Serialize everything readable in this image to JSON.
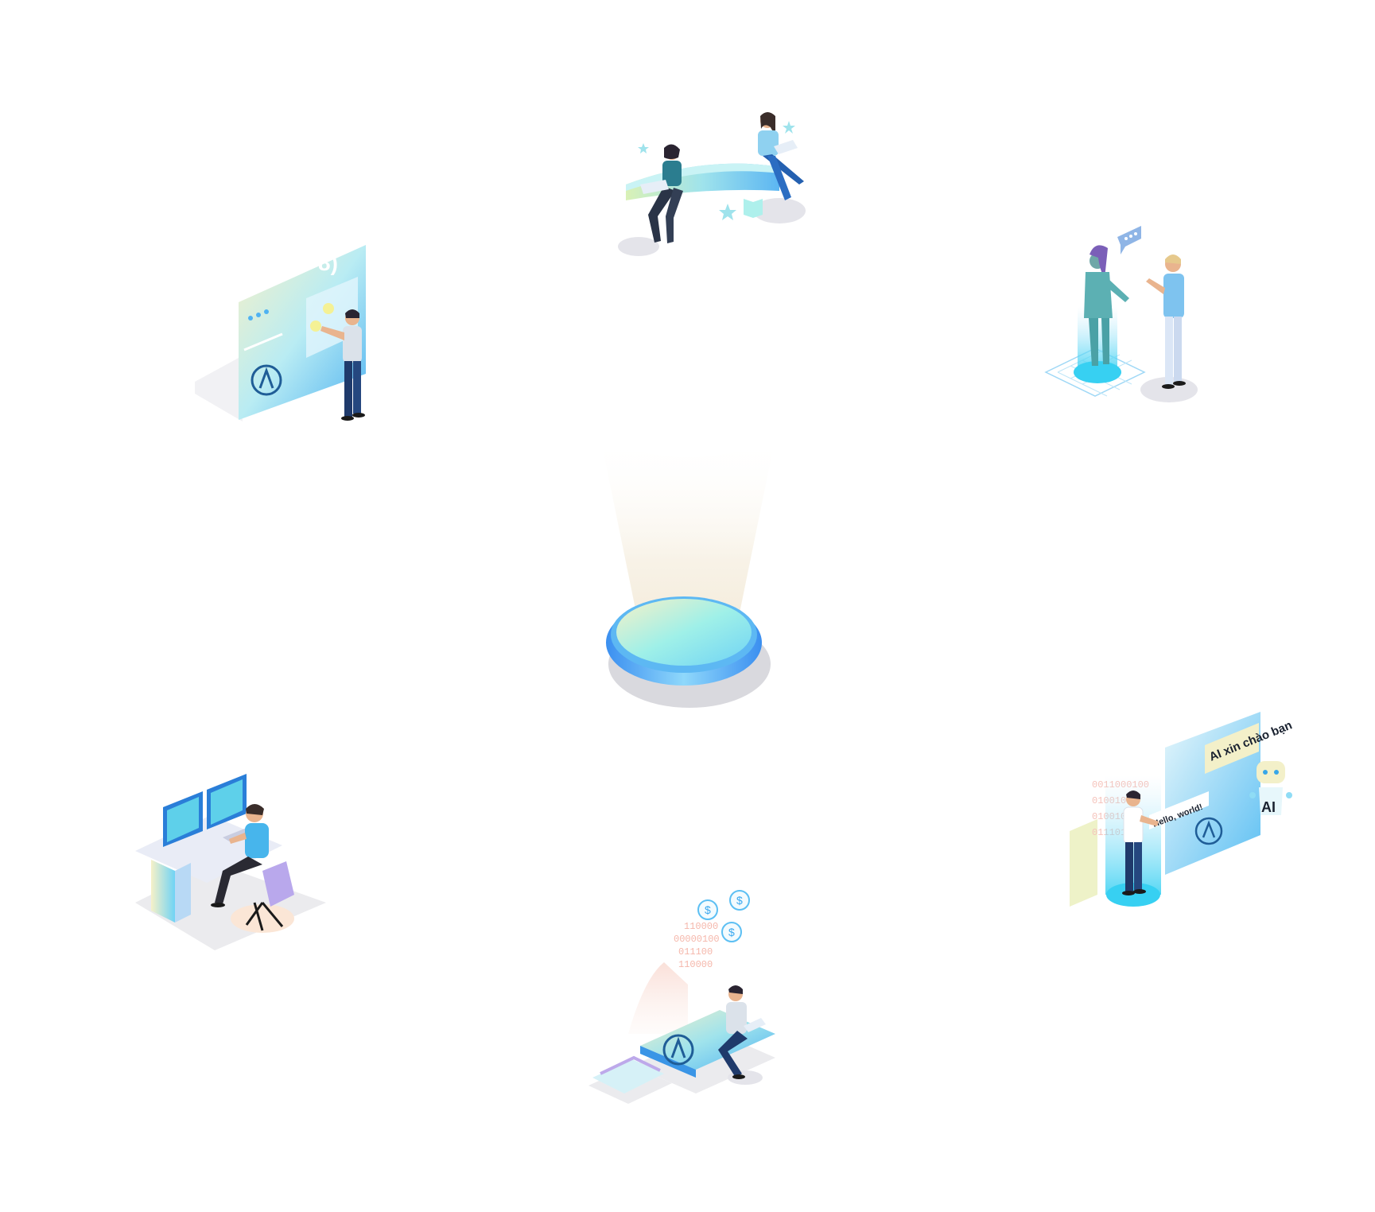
{
  "colors": {
    "accent": "#3aa8f0",
    "accent_light": "#8fdcf5",
    "cyan": "#37d0f2",
    "navy": "#1f3a6b",
    "skin": "#e9b48e",
    "shadow": "#e6e6ea"
  },
  "scenes": {
    "reading": {
      "icon": "people-reading-on-bench-icon"
    },
    "touchscreen": {
      "icon": "man-using-touchscreen-icon",
      "screen_glyph": "8)"
    },
    "hologram": {
      "icon": "hologram-conversation-icon"
    },
    "workstation": {
      "icon": "developer-at-desk-icon"
    },
    "finance": {
      "icon": "finance-data-phone-icon",
      "binary": [
        "110000",
        "00000100",
        "011100",
        "110000"
      ]
    },
    "ai_assistant": {
      "icon": "ai-assistant-chat-icon",
      "greeting": "AI xin chào bạn",
      "hello": "Hello, world!",
      "ai_label": "AI",
      "binary": [
        "0011000100",
        "01001001",
        "010010",
        "011101"
      ]
    },
    "center": {
      "icon": "glowing-portal-icon"
    }
  }
}
